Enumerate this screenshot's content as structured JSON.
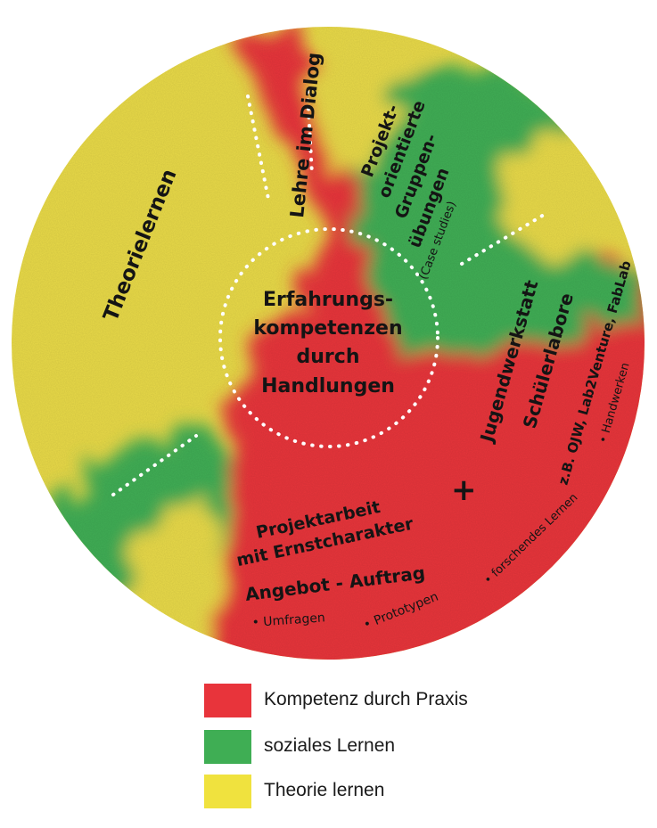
{
  "colors": {
    "praxis": "#e8343b",
    "sozial": "#3fae54",
    "theorie": "#e9da48",
    "dotline": "#ffffff",
    "text": "#141414"
  },
  "segments": {
    "theorie": "Theorielernen",
    "dialog": "Lehre im Dialog",
    "projekt_lines": [
      "Projekt-",
      "orientierte",
      "Gruppen-",
      "übungen"
    ],
    "case_studies": "(Case studies)",
    "werkstatt_lines": [
      "Jugendwerkstatt",
      "Schülerlabore"
    ],
    "werkstatt_examples": "z.B. OJW, Lab2Venture, FabLab",
    "handwerken": "• Handwerken",
    "forschendes": "• forschendes Lernen",
    "projektarbeit_lines": [
      "Projektarbeit",
      "mit Ernstcharakter"
    ],
    "angebot": "Angebot - Auftrag",
    "umfragen": "• Umfragen",
    "prototypen": "• Prototypen",
    "plus": "+"
  },
  "center": {
    "lines": [
      "Erfahrungs-",
      "kompetenzen",
      "durch",
      "Handlungen"
    ]
  },
  "legend": [
    {
      "label": "Kompetenz durch Praxis",
      "color": "#e8343b"
    },
    {
      "label": "soziales Lernen",
      "color": "#3fae54"
    },
    {
      "label": "Theorie lernen",
      "color": "#f0e23e"
    }
  ]
}
